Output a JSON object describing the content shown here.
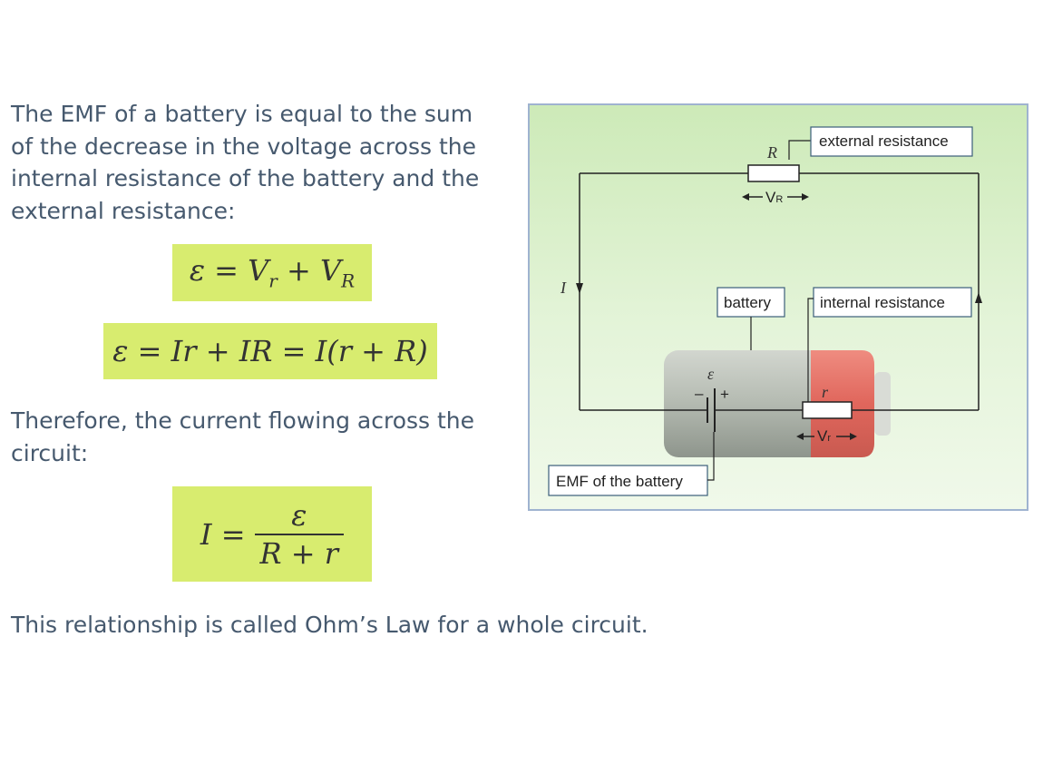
{
  "intro_text": "The EMF of a battery is equal to the sum of the decrease in the voltage across the internal resistance of the battery and the external resistance:",
  "formula1": "ε = Vᵣ + V_R",
  "formula2": "ε = Ir + IR = I(r + R)",
  "therefore_text": "Therefore, the current flowing across the circuit:",
  "formula3": {
    "lhs": "I =",
    "numerator": "ε",
    "denominator": "R + r"
  },
  "conclusion_text": "This relationship is called Ohm’s Law for a whole circuit.",
  "diagram": {
    "external_resistance_label": "external resistance",
    "battery_label": "battery",
    "internal_resistance_label": "internal resistance",
    "emf_label": "EMF of the battery",
    "R_symbol": "R",
    "I_symbol": "I",
    "r_symbol": "r",
    "emf_symbol": "ε",
    "VR_label": "V",
    "VR_sub": "R",
    "Vr_label": "V",
    "Vr_sub": "r",
    "minus": "–",
    "plus": "+",
    "colors": {
      "background": "#d6efc4",
      "battery_body": "#b9bfb7",
      "battery_internal": "#e5756b"
    }
  }
}
